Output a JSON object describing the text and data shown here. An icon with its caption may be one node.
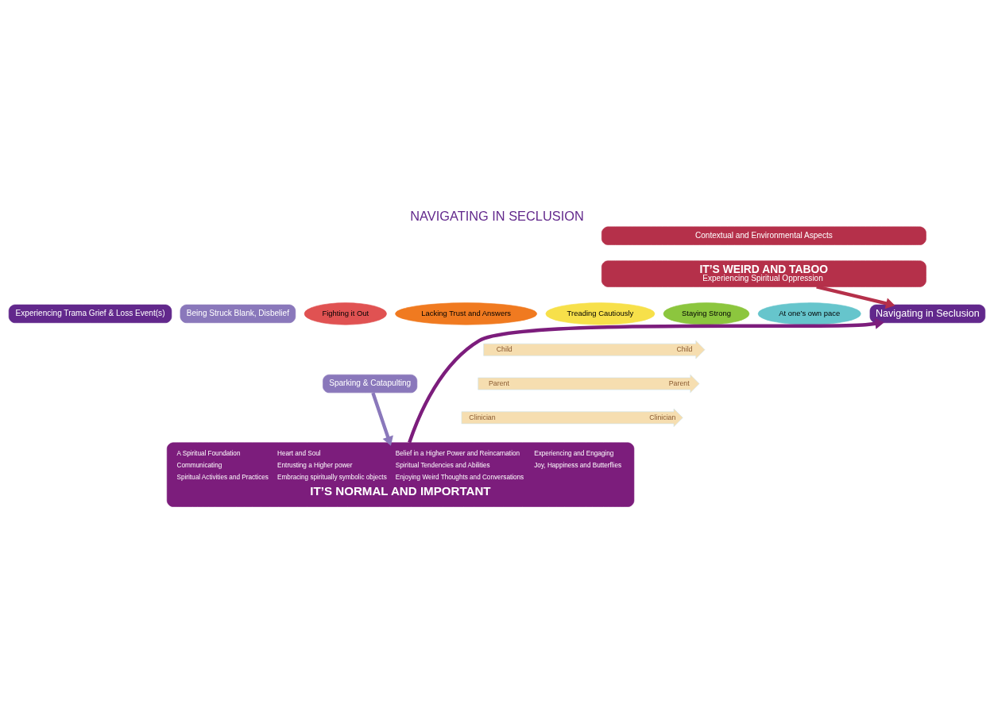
{
  "diagram": {
    "title": "NAVIGATING IN SECLUSION",
    "nodes": [
      {
        "text": [
          "Contextual and Environmental Aspects"
        ]
      },
      {
        "text": [
          "IT’S WEIRD AND TABOO",
          "Experiencing Spiritual Oppression"
        ]
      },
      {
        "text": [
          "Experiencing Trama Grief & Loss Event(s)"
        ]
      },
      {
        "text": [
          "Being Struck Blank, Disbelief"
        ]
      },
      {
        "text": [
          "Sparking & Catapulting"
        ]
      },
      {
        "text": [
          "Fighting it Out"
        ]
      },
      {
        "text": [
          "Lacking Trust and Answers"
        ]
      },
      {
        "text": [
          "Treading Cautiously"
        ]
      },
      {
        "text": [
          "Staying Strong"
        ]
      },
      {
        "text": [
          "At one’s own pace"
        ]
      },
      {
        "text": [
          "Child",
          "Child"
        ]
      },
      {
        "text": [
          "Parent",
          "Parent"
        ]
      },
      {
        "text": [
          "Clinician",
          "Clinician"
        ]
      },
      {
        "text": [
          "Navigating in Seclusion"
        ]
      },
      {
        "text": [
          "A Spiritual Foundation",
          "Heart and Soul",
          "Belief in a Higher Power and Reincarnation",
          "Experiencing and Engaging",
          "Communicating",
          "Entrusting a Higher power",
          "Spiritual Tendencies and Abilities",
          "Joy, Happiness and Butterflies",
          "Spiritual Activities and Practices",
          "Embracing spiritually symbolic objects",
          "Enjoying Weird Thoughts and Conversations",
          "IT’S NORMAL AND IMPORTANT"
        ]
      }
    ],
    "edges": [
      {
        "from": 1,
        "to": 13,
        "arrow": "to",
        "color": "#b5304a"
      },
      {
        "from": 4,
        "to": 14,
        "arrow": "to",
        "color": "#8a78bb"
      },
      {
        "from": 14,
        "to": 13,
        "arrow": "to",
        "color": "#7c1d7c"
      }
    ]
  }
}
